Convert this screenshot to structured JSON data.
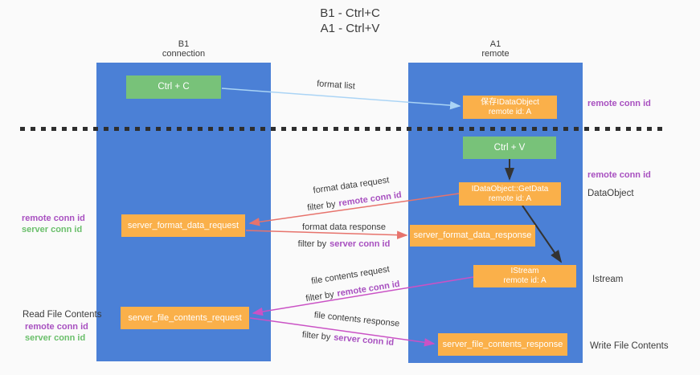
{
  "title": {
    "line1": "B1 - Ctrl+C",
    "line2": "A1 - Ctrl+V"
  },
  "lanes": {
    "left": {
      "header_line1": "B1",
      "header_line2": "connection"
    },
    "right": {
      "header_line1": "A1",
      "header_line2": "remote"
    }
  },
  "nodes": {
    "ctrl_c": "Ctrl + C",
    "ctrl_v": "Ctrl + V",
    "save_dataobject_line1": "保存IDataObject",
    "save_dataobject_line2": "remote id: A",
    "getdata_line1": "IDataObject::GetData",
    "getdata_line2": "remote id: A",
    "istream_line1": "IStream",
    "istream_line2": "remote id: A",
    "format_request": "server_format_data_request",
    "format_response": "server_format_data_response",
    "file_request": "server_file_contents_request",
    "file_response": "server_file_contents_response"
  },
  "arrow_labels": {
    "format_list": "format list",
    "format_data_request": "format data request",
    "format_data_response": "format data response",
    "file_contents_request": "file contents request",
    "file_contents_response": "file contents response",
    "filter_by": "filter by",
    "remote_conn_id": "remote conn id",
    "server_conn_id": "server conn id"
  },
  "side_labels": {
    "remote_conn_id": "remote conn id",
    "server_conn_id": "server conn id",
    "dataobject": "DataObject",
    "istream": "Istream",
    "read_file_contents": "Read File Contents",
    "write_file_contents": "Write File Contents"
  },
  "colors": {
    "lane_blue": "#4b80d6",
    "node_orange": "#fab04a",
    "node_green": "#78c279",
    "arrow_blue": "#aad4f5",
    "arrow_salmon": "#e7736c",
    "arrow_magenta": "#ca52c5",
    "arrow_black": "#333333",
    "label_purple": "#a850c0",
    "label_green": "#6abf6b",
    "text_dark": "#3b3b3b"
  }
}
